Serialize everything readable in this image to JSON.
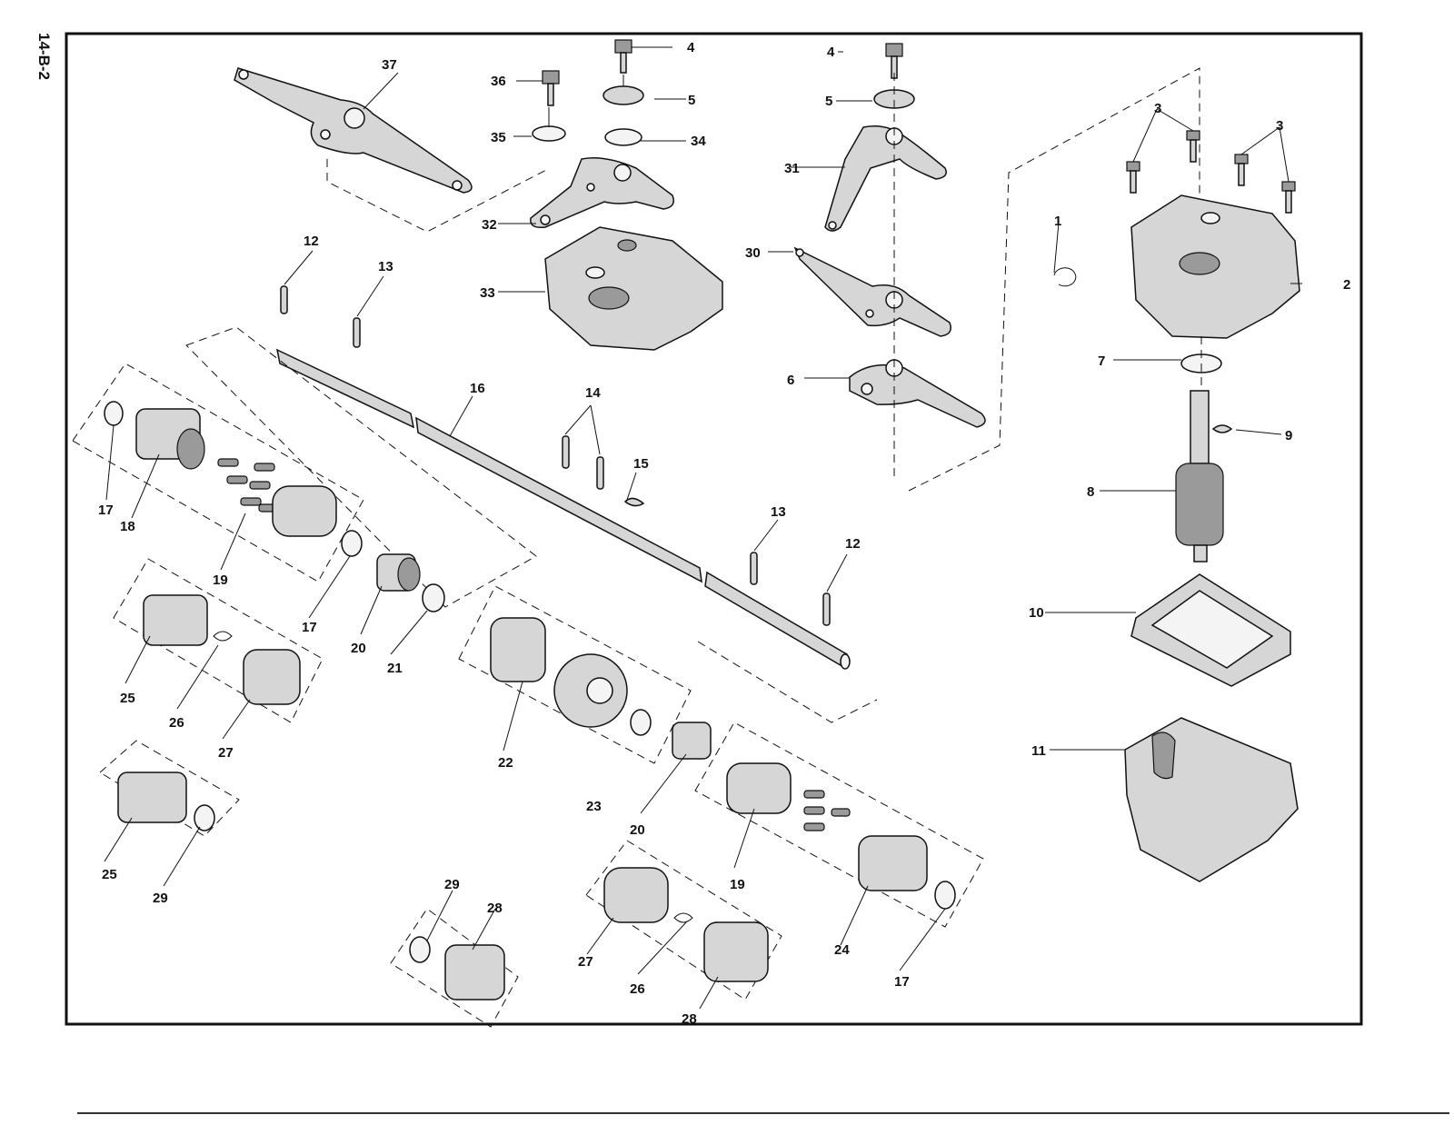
{
  "page": {
    "id": "14-B-2"
  },
  "diagram": {
    "title": "",
    "callouts": [
      {
        "label": "1"
      },
      {
        "label": "2"
      },
      {
        "label": "3"
      },
      {
        "label": "3"
      },
      {
        "label": "4"
      },
      {
        "label": "4"
      },
      {
        "label": "5"
      },
      {
        "label": "5"
      },
      {
        "label": "6"
      },
      {
        "label": "7"
      },
      {
        "label": "8"
      },
      {
        "label": "9"
      },
      {
        "label": "10"
      },
      {
        "label": "11"
      },
      {
        "label": "12"
      },
      {
        "label": "12"
      },
      {
        "label": "13"
      },
      {
        "label": "13"
      },
      {
        "label": "14"
      },
      {
        "label": "15"
      },
      {
        "label": "16"
      },
      {
        "label": "17"
      },
      {
        "label": "17"
      },
      {
        "label": "17"
      },
      {
        "label": "18"
      },
      {
        "label": "19"
      },
      {
        "label": "19"
      },
      {
        "label": "20"
      },
      {
        "label": "20"
      },
      {
        "label": "21"
      },
      {
        "label": "22"
      },
      {
        "label": "23"
      },
      {
        "label": "24"
      },
      {
        "label": "25"
      },
      {
        "label": "25"
      },
      {
        "label": "26"
      },
      {
        "label": "26"
      },
      {
        "label": "27"
      },
      {
        "label": "27"
      },
      {
        "label": "28"
      },
      {
        "label": "28"
      },
      {
        "label": "29"
      },
      {
        "label": "29"
      },
      {
        "label": "30"
      },
      {
        "label": "31"
      },
      {
        "label": "32"
      },
      {
        "label": "33"
      },
      {
        "label": "34"
      },
      {
        "label": "35"
      },
      {
        "label": "36"
      },
      {
        "label": "37"
      }
    ]
  }
}
